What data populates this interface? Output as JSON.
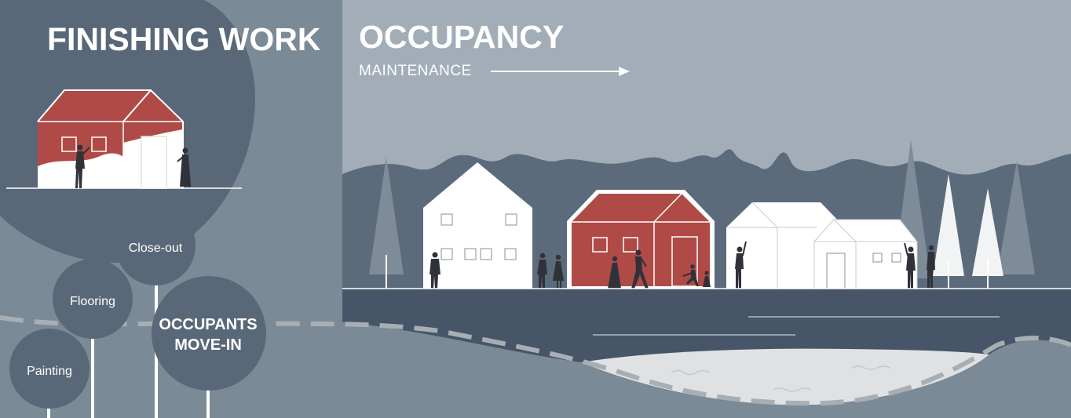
{
  "sections": {
    "finishing_title": "FINISHING WORK",
    "occupancy_title": "OCCUPANCY",
    "occupancy_subtitle": "MAINTENANCE"
  },
  "milestones": [
    {
      "label": "Painting"
    },
    {
      "label": "Flooring"
    },
    {
      "label": "Close-out"
    }
  ],
  "key_milestone": {
    "line1": "OCCUPANTS",
    "line2": "MOVE-IN"
  },
  "colors": {
    "brand_red": "#b04a46",
    "dark_slate": "#596878",
    "mid_slate": "#7a8a97",
    "sky": "#a3adb8",
    "road": "#465567",
    "light": "#dfe1e3"
  },
  "icons": [
    "arrow-right-icon",
    "tree-icon",
    "person-icon",
    "house-icon"
  ]
}
